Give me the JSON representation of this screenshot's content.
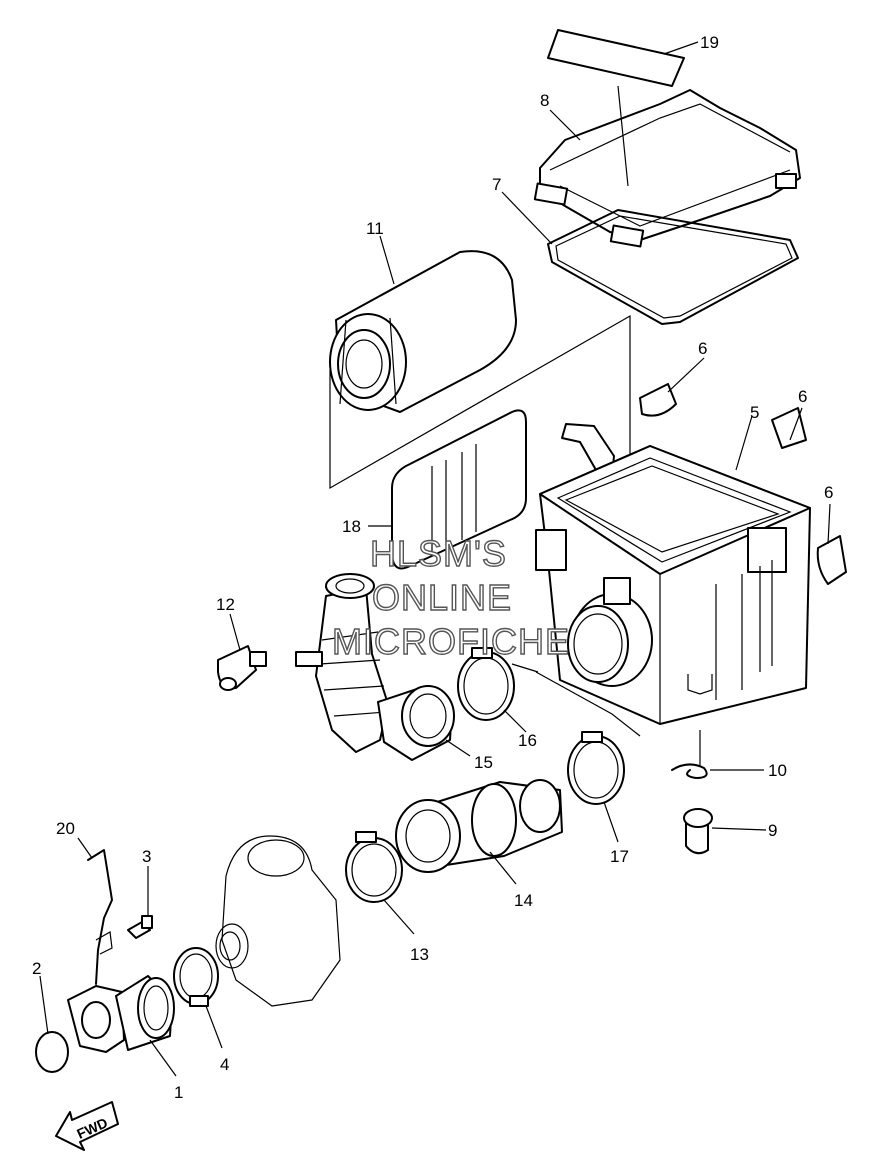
{
  "watermark": {
    "line1": "HLSM'S",
    "line2": "ONLINE",
    "line3": "MICROFICHE"
  },
  "direction": {
    "label": "FWD"
  },
  "callouts": {
    "c1": "1",
    "c2": "2",
    "c3": "3",
    "c4": "4",
    "c5": "5",
    "c6a": "6",
    "c6b": "6",
    "c6c": "6",
    "c7": "7",
    "c8": "8",
    "c9": "9",
    "c10": "10",
    "c11": "11",
    "c12": "12",
    "c13": "13",
    "c14": "14",
    "c15": "15",
    "c16": "16",
    "c17": "17",
    "c18": "18",
    "c19": "19",
    "c20": "20"
  }
}
